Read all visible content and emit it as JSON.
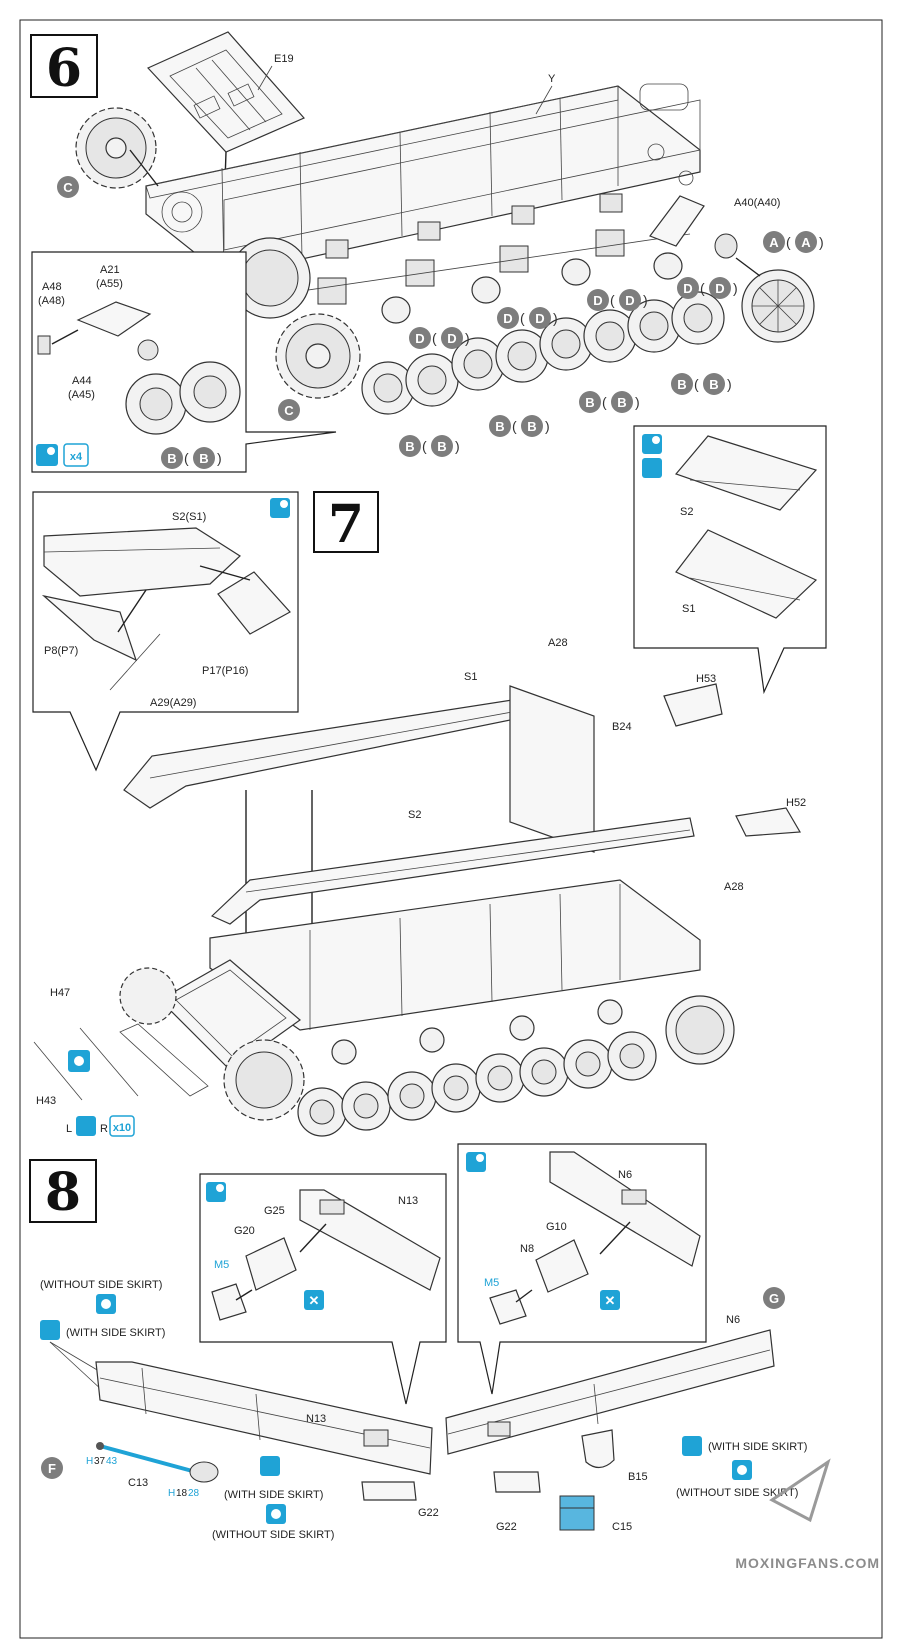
{
  "steps": {
    "s6": "6",
    "s7": "7",
    "s8": "8"
  },
  "step6": {
    "e19": "E19",
    "y": "Y",
    "a40": "A40(A40)",
    "a48": "A48",
    "a48b": "(A48)",
    "a21": "A21",
    "a21b": "(A55)",
    "a44": "A44",
    "a44b": "(A45)",
    "x4": "x4",
    "ref_a": "A",
    "ref_b": "B",
    "ref_c": "C",
    "ref_d": "D"
  },
  "step7": {
    "s2s1": "S2(S1)",
    "p8": "P8(P7)",
    "p17": "P17(P16)",
    "a29": "A29(A29)",
    "s2": "S2",
    "s1": "S1",
    "a28": "A28",
    "h53": "H53",
    "b24": "B24",
    "s2_main": "S2",
    "h52": "H52",
    "a28b": "A28",
    "s1_main": "S1",
    "h47": "H47",
    "h43": "H43",
    "l": "L",
    "r": "R",
    "x10": "x10"
  },
  "step8": {
    "g25": "G25",
    "n13a": "N13",
    "g20": "G20",
    "m5a": "M5",
    "n6a": "N6",
    "g10": "G10",
    "n8": "N8",
    "m5b": "M5",
    "without_skirt": "(WITHOUT SIDE SKIRT)",
    "with_skirt": "(WITH SIDE SKIRT)",
    "n13b": "N13",
    "ref_f": "F",
    "ref_g": "G",
    "n6b": "N6",
    "c13": "C13",
    "h37": "H",
    "h37n": "37",
    "h43n": "43",
    "h18": "H",
    "h18n": "18",
    "h28n": "28",
    "with_skirt_b": "(WITH SIDE SKIRT)",
    "without_skirt_b": "(WITHOUT SIDE SKIRT)",
    "g22a": "G22",
    "b15": "B15",
    "with_skirt_c": "(WITH SIDE SKIRT)",
    "without_skirt_c": "(WITHOUT SIDE SKIRT)",
    "g22b": "G22",
    "c15": "C15"
  },
  "watermark": "MOXINGFANS.COM",
  "colors": {
    "accent": "#1fa3d6",
    "ref_gray": "#7d7d7d",
    "ink": "#333333"
  }
}
